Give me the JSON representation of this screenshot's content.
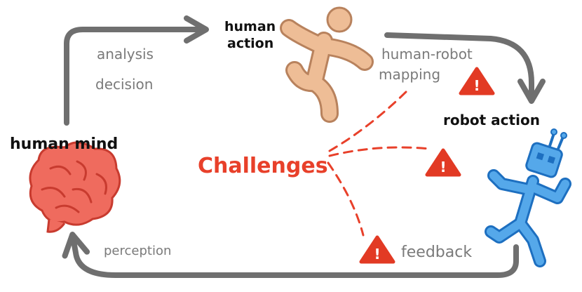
{
  "labels": {
    "human_mind": "human mind",
    "human_action": "human action",
    "robot_action": "robot action",
    "analysis": "analysis",
    "decision": "decision",
    "perception": "perception",
    "human_robot": "human-robot",
    "mapping": "mapping",
    "challenges": "Challenges",
    "feedback": "feedback",
    "warning_glyph": "!"
  },
  "colors": {
    "arrow_gray": "#6f6f6f",
    "text_gray": "#7a7a7a",
    "challenge_red": "#e8402a",
    "warning_red": "#e23a24",
    "brain_fill": "#ef6b5e",
    "brain_stroke": "#c83b2f",
    "human_fill": "#eebd96",
    "human_stroke": "#b8825d",
    "robot_fill": "#55a8ea",
    "robot_stroke": "#1d6fc0"
  },
  "icons": {
    "brain": "brain-icon",
    "human": "running-human-icon",
    "robot": "running-robot-icon",
    "warning": "warning-triangle-icon"
  }
}
